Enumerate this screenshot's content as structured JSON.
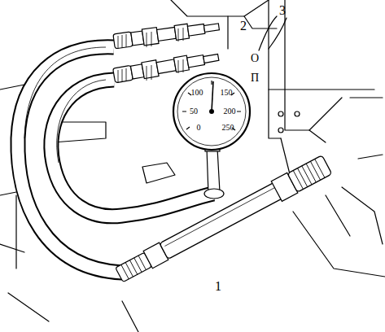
{
  "diagram": {
    "labels": [
      "1",
      "2",
      "3",
      "0",
      "50",
      "100",
      "150",
      "200",
      "250",
      "О",
      "П"
    ]
  }
}
